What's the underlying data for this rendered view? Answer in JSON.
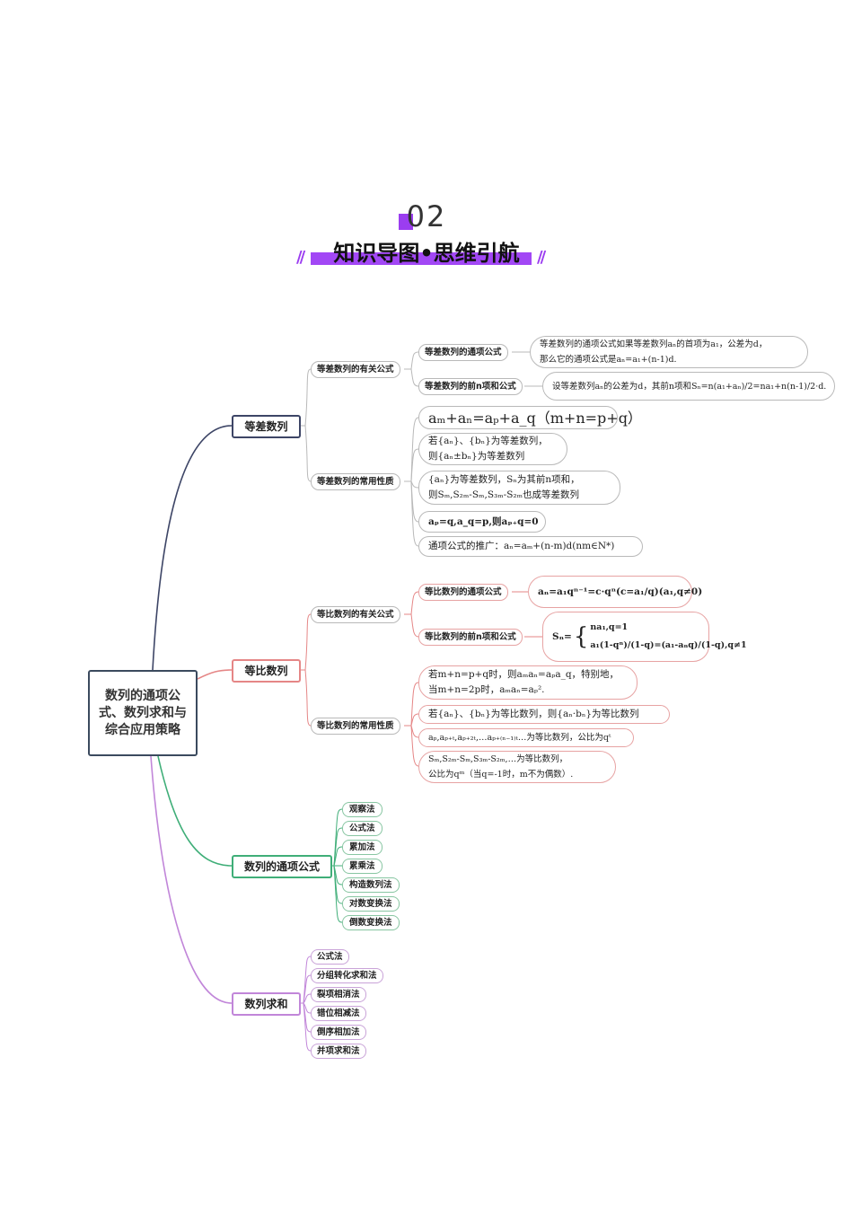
{
  "header": {
    "number": "02",
    "title": "知识导图•思维引航",
    "slashes": "//"
  },
  "root": {
    "label": "数列的通项公式、数列求和与综合应用策略"
  },
  "colors": {
    "arith": "#3d4566",
    "geo": "#e58686",
    "general": "#3fae78",
    "sum": "#c186d9",
    "accent": "#a247f5"
  },
  "branches": {
    "arith": {
      "label": "等差数列",
      "formula_group": "等差数列的有关公式",
      "general_term_label": "等差数列的通项公式",
      "general_term_text_1": "等差数列的通项公式如果等差数列aₙ的首项为a₁，公差为d，",
      "general_term_text_2": "那么它的通项公式是aₙ=a₁+(n-1)d.",
      "sum_label": "等差数列的前n项和公式",
      "sum_text": "设等差数列aₙ的公差为d，其前n项和Sₙ=n(a₁+aₙ)/2=na₁+n(n-1)/2·d.",
      "property_group": "等差数列的常用性质",
      "props": [
        "aₘ+aₙ=aₚ+a_q（m+n=p+q）",
        "若{aₙ}、{bₙ}为等差数列，",
        "则{aₙ±bₙ}为等差数列",
        "{aₙ}为等差数列，Sₙ为其前n项和，",
        "则Sₘ,S₂ₘ-Sₘ,S₃ₘ-S₂ₘ也成等差数列",
        "aₚ=q,a_q=p,则aₚ₊q=0",
        "通项公式的推广：aₙ=aₘ+(n-m)d(nm∈N*)"
      ]
    },
    "geo": {
      "label": "等比数列",
      "formula_group": "等比数列的有关公式",
      "general_term_label": "等比数列的通项公式",
      "general_term_text": "aₙ=a₁qⁿ⁻¹=c·qⁿ(c=a₁/q)(a₁,q≠0)",
      "sum_label": "等比数列的前n项和公式",
      "sum_case_1": "na₁,q=1",
      "sum_case_2": "a₁(1-qⁿ)/(1-q)=(a₁-aₙq)/(1-q),q≠1",
      "sum_prefix": "Sₙ=",
      "property_group": "等比数列的常用性质",
      "props": [
        "若m+n=p+q时，则aₘaₙ=aₚa_q，特别地，",
        "当m+n=2p时，aₘaₙ=aₚ².",
        "若{aₙ}、{bₙ}为等比数列，则{aₙ·bₙ}为等比数列",
        "aₚ,aₚ₊ₜ,aₚ₊₂ₜ,…aₚ₊₍ₙ₋₁₎ₜ…为等比数列，公比为qᵗ",
        "Sₘ,S₂ₘ-Sₘ,S₃ₘ-S₂ₘ,…为等比数列，",
        "公比为qᵐ（当q=-1时，m不为偶数）."
      ]
    },
    "general": {
      "label": "数列的通项公式",
      "methods": [
        "观察法",
        "公式法",
        "累加法",
        "累乘法",
        "构造数列法",
        "对数变换法",
        "倒数变换法"
      ]
    },
    "sum": {
      "label": "数列求和",
      "methods": [
        "公式法",
        "分组转化求和法",
        "裂项相消法",
        "错位相减法",
        "倒序相加法",
        "并项求和法"
      ]
    }
  }
}
